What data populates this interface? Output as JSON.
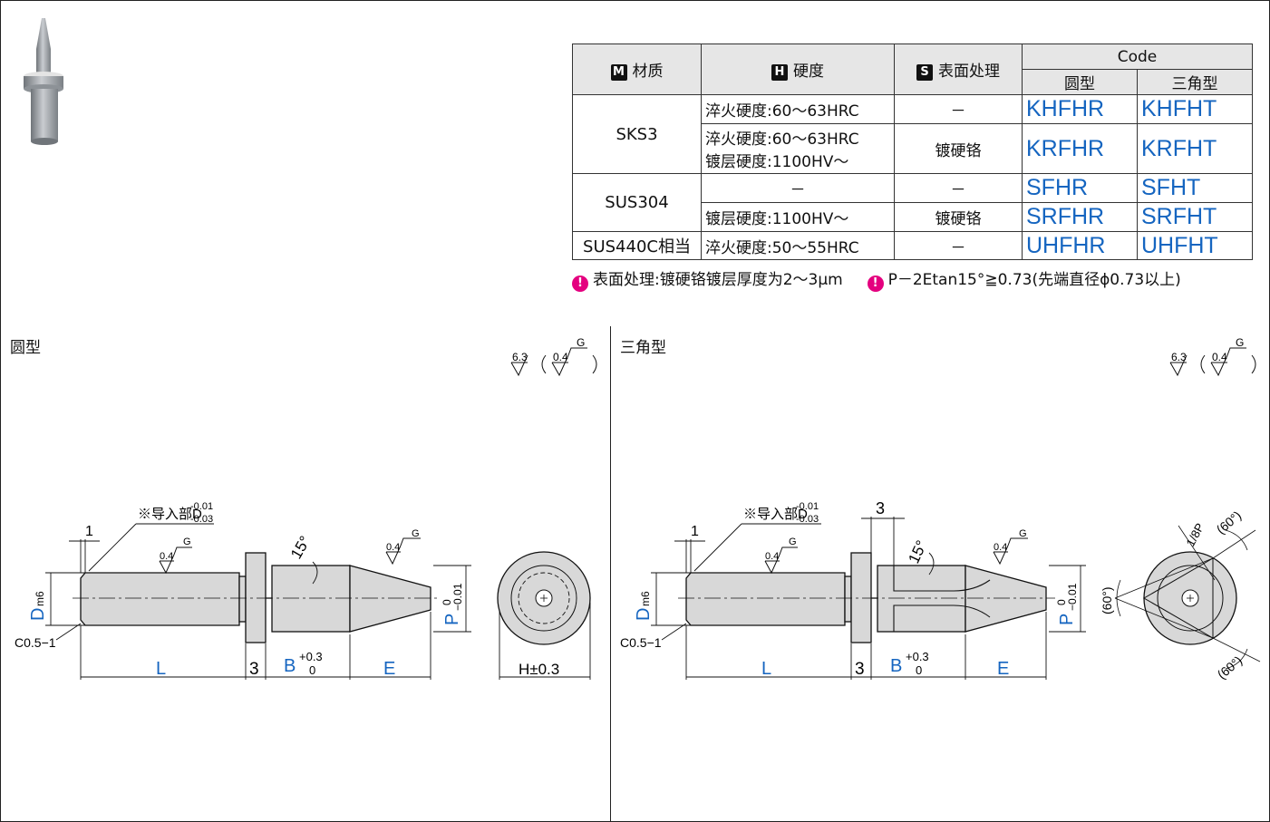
{
  "table": {
    "col_material": "材质",
    "col_hardness": "硬度",
    "col_surface": "表面处理",
    "col_code": "Code",
    "col_round": "圆型",
    "col_triangle": "三角型",
    "badge_m": "M",
    "badge_h": "H",
    "badge_s": "S",
    "rows": [
      {
        "material": "SKS3",
        "hardness1": "淬火硬度:60～63HRC",
        "surface": "－",
        "round": "KHFHR",
        "tri": "KHFHT"
      },
      {
        "hardness1": "淬火硬度:60～63HRC",
        "hardness2": "镀层硬度:1100HV～",
        "surface": "镀硬铬",
        "round": "KRFHR",
        "tri": "KRFHT"
      },
      {
        "material": "SUS304",
        "hardness1": "－",
        "surface": "－",
        "round": "SFHR",
        "tri": "SFHT"
      },
      {
        "hardness1": "镀层硬度:1100HV～",
        "surface": "镀硬铬",
        "round": "SRFHR",
        "tri": "SRFHT"
      },
      {
        "material": "SUS440C相当",
        "hardness1": "淬火硬度:50～55HRC",
        "surface": "－",
        "round": "UHFHR",
        "tri": "UHFHT"
      }
    ]
  },
  "notes": {
    "note1": "表面处理:镀硬铬镀层厚度为2～3μm",
    "note2": "P－2Etan15°≧0.73(先端直径ϕ0.73以上)"
  },
  "left_drawing": {
    "title": "圆型",
    "rough_main": "6.3",
    "rough_sub": "0.4",
    "rough_g": "G",
    "lead_note": "※导入部D",
    "lead_tol_upper": "-0.01",
    "lead_tol_lower": "-0.03",
    "dim_1": "1",
    "chamfer": "C0.5−1",
    "d_label": "D",
    "d_fit": "m6",
    "l_label": "L",
    "dim_3": "3",
    "b_label": "B",
    "b_tol_upper": "+0.3",
    "b_tol_lower": "0",
    "e_label": "E",
    "p_label": "P",
    "p_tol_upper": "0",
    "p_tol_lower": "−0.01",
    "angle": "15°",
    "h_label": "H±0.3"
  },
  "right_drawing": {
    "title": "三角型",
    "rough_main": "6.3",
    "rough_sub": "0.4",
    "rough_g": "G",
    "lead_note": "※导入部D",
    "lead_tol_upper": "-0.01",
    "lead_tol_lower": "-0.03",
    "dim_1": "1",
    "dim_3_top": "3",
    "chamfer": "C0.5−1",
    "d_label": "D",
    "d_fit": "m6",
    "l_label": "L",
    "dim_3": "3",
    "b_label": "B",
    "b_tol_upper": "+0.3",
    "b_tol_lower": "0",
    "e_label": "E",
    "p_label": "P",
    "p_tol_upper": "0",
    "p_tol_lower": "−0.01",
    "angle": "15°",
    "angle_60a": "(60°)",
    "angle_60b": "(60°)",
    "angle_60c": "(60°)",
    "p_eighth": "1/8P"
  },
  "colors": {
    "dim_blue": "#1565c0",
    "code_blue": "#1565c0",
    "note_pink": "#e4007f",
    "part_gray": "#d8d8d8"
  }
}
